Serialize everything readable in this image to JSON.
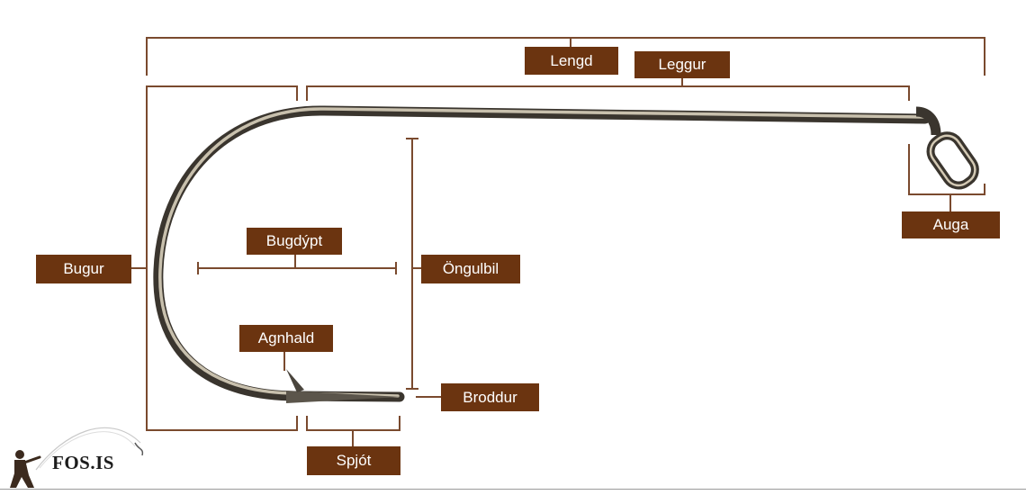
{
  "colors": {
    "label_bg": "#6b3410",
    "bracket": "#7a4a2e",
    "hook_dark": "#3f3a33",
    "hook_light": "#cfc6b3"
  },
  "labels": {
    "length": "Lengd",
    "shank": "Leggur",
    "eye": "Auga",
    "bend": "Bugur",
    "throat": "Bugdýpt",
    "gap": "Öngulbil",
    "barb": "Agnhald",
    "point": "Broddur",
    "spear": "Spjót"
  },
  "logo": {
    "text": "FOS.IS",
    "icon": "angler-silhouette-icon"
  }
}
